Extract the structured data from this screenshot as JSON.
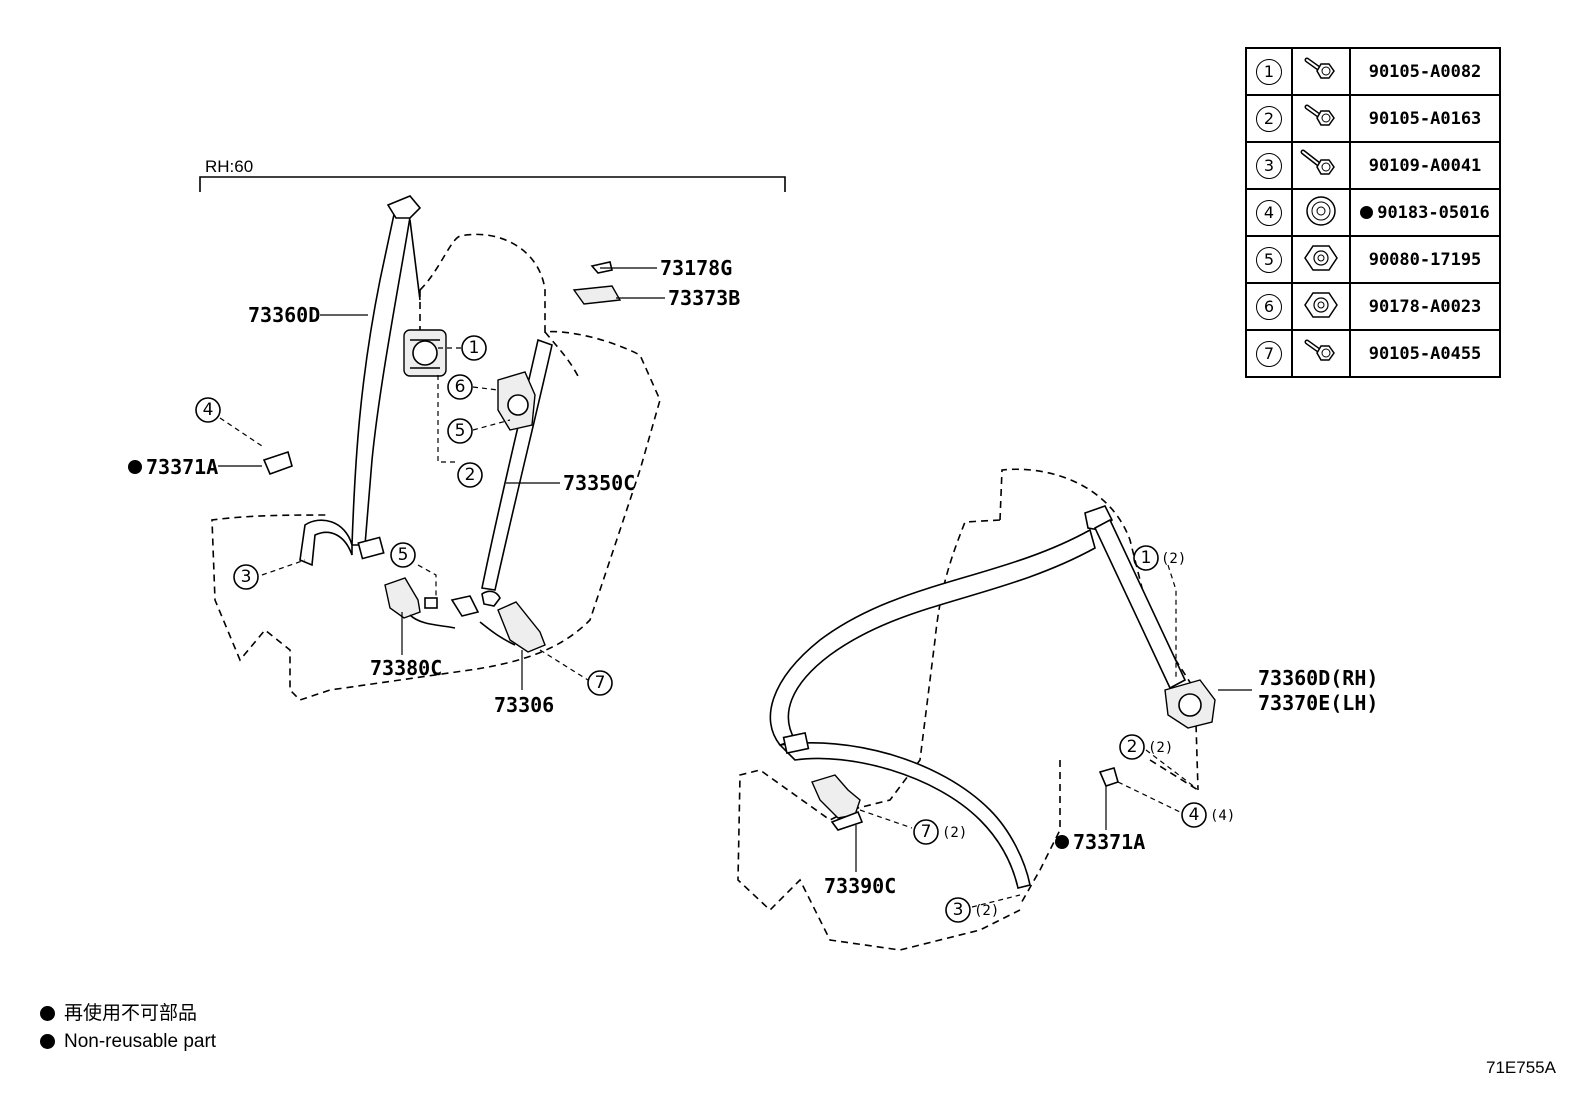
{
  "diagram": {
    "group_label": "RH:60",
    "figure_code": "71E755A",
    "left_callouts": {
      "belt_rh": "73360D",
      "sensor_cover": "73178G",
      "bezel": "73373B",
      "cap": "73371A",
      "center_belt": "73350C",
      "buckle_a": "73380C",
      "buckle_b": "73306"
    },
    "right_callouts": {
      "belt_rh": "73360D(RH)",
      "belt_lh": "73370E(LH)",
      "cap": "73371A",
      "buckle": "73390C"
    },
    "circle_marks": {
      "c1": "1",
      "c2": "2",
      "c3": "3",
      "c4": "4",
      "c5": "5",
      "c6": "6",
      "c7": "7"
    },
    "quantities": {
      "q1": "(2)",
      "q2": "(2)",
      "q3": "(2)",
      "q4": "(4)",
      "q7": "(2)"
    }
  },
  "fastener_table": {
    "rows": [
      {
        "index": "1",
        "icon": "bolt-icon",
        "part_no": "90105-A0082",
        "non_reusable": false
      },
      {
        "index": "2",
        "icon": "bolt-icon",
        "part_no": "90105-A0163",
        "non_reusable": false
      },
      {
        "index": "3",
        "icon": "long-bolt-icon",
        "part_no": "90109-A0041",
        "non_reusable": false
      },
      {
        "index": "4",
        "icon": "washer-icon",
        "part_no": "90183-05016",
        "non_reusable": true
      },
      {
        "index": "5",
        "icon": "nut-icon",
        "part_no": "90080-17195",
        "non_reusable": false
      },
      {
        "index": "6",
        "icon": "nut-icon",
        "part_no": "90178-A0023",
        "non_reusable": false
      },
      {
        "index": "7",
        "icon": "bolt-icon",
        "part_no": "90105-A0455",
        "non_reusable": false
      }
    ]
  },
  "legend": {
    "japanese": "再使用不可部品",
    "english": "Non-reusable part"
  }
}
